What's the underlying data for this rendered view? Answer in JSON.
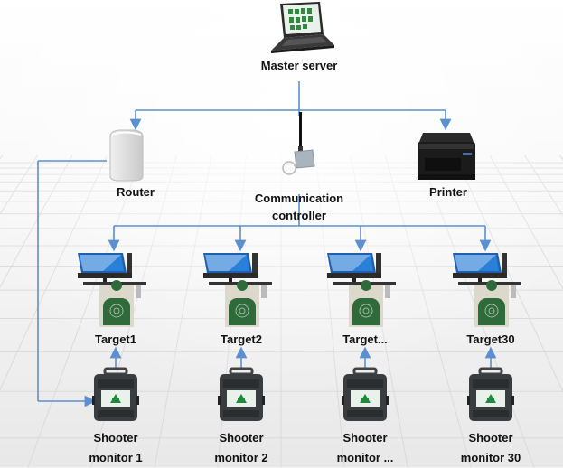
{
  "diagram": {
    "master": {
      "label": "Master server",
      "icon": "laptop-icon"
    },
    "router": {
      "label": "Router",
      "icon": "router-icon"
    },
    "controller": {
      "label_line1": "Communication",
      "label_line2": "controller",
      "icon": "antenna-icon"
    },
    "printer": {
      "label": "Printer",
      "icon": "printer-icon"
    },
    "targets": [
      {
        "label": "Target1",
        "monitor_line1": "Shooter",
        "monitor_line2": "monitor 1"
      },
      {
        "label": "Target2",
        "monitor_line1": "Shooter",
        "monitor_line2": "monitor 2"
      },
      {
        "label": "Target...",
        "monitor_line1": "Shooter",
        "monitor_line2": "monitor ..."
      },
      {
        "label": "Target30",
        "monitor_line1": "Shooter",
        "monitor_line2": "monitor 30"
      }
    ],
    "colors": {
      "connector": "#5b8fcf",
      "target_green": "#2f6b3a",
      "target_paper": "#ddd8cc",
      "screen_blue": "#2a7fd8",
      "case_dark": "#3a3d40"
    }
  }
}
